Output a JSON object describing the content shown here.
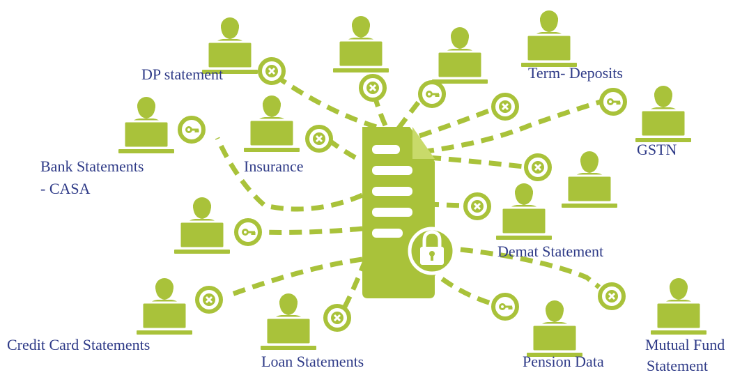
{
  "colors": {
    "accent": "#a9c23a",
    "label": "#2e3a87",
    "background": "#ffffff"
  },
  "center": {
    "document_icon": "document-icon",
    "lock_icon": "padlock-icon"
  },
  "labels": {
    "dp_statement": "DP statement",
    "term_deposits": "Term- Deposits",
    "gstn": "GSTN",
    "insurance": "Insurance",
    "bank_statements_1": "Bank Statements",
    "bank_statements_2": "- CASA",
    "demat_statement": "Demat Statement",
    "credit_card_statements": "Credit Card Statements",
    "loan_statements": "Loan Statements",
    "pension_data": "Pension Data",
    "mutual_fund_1": "Mutual Fund",
    "mutual_fund_2": "Statement"
  },
  "badge_icons": {
    "denied": "x-mark-icon",
    "granted": "key-icon"
  }
}
